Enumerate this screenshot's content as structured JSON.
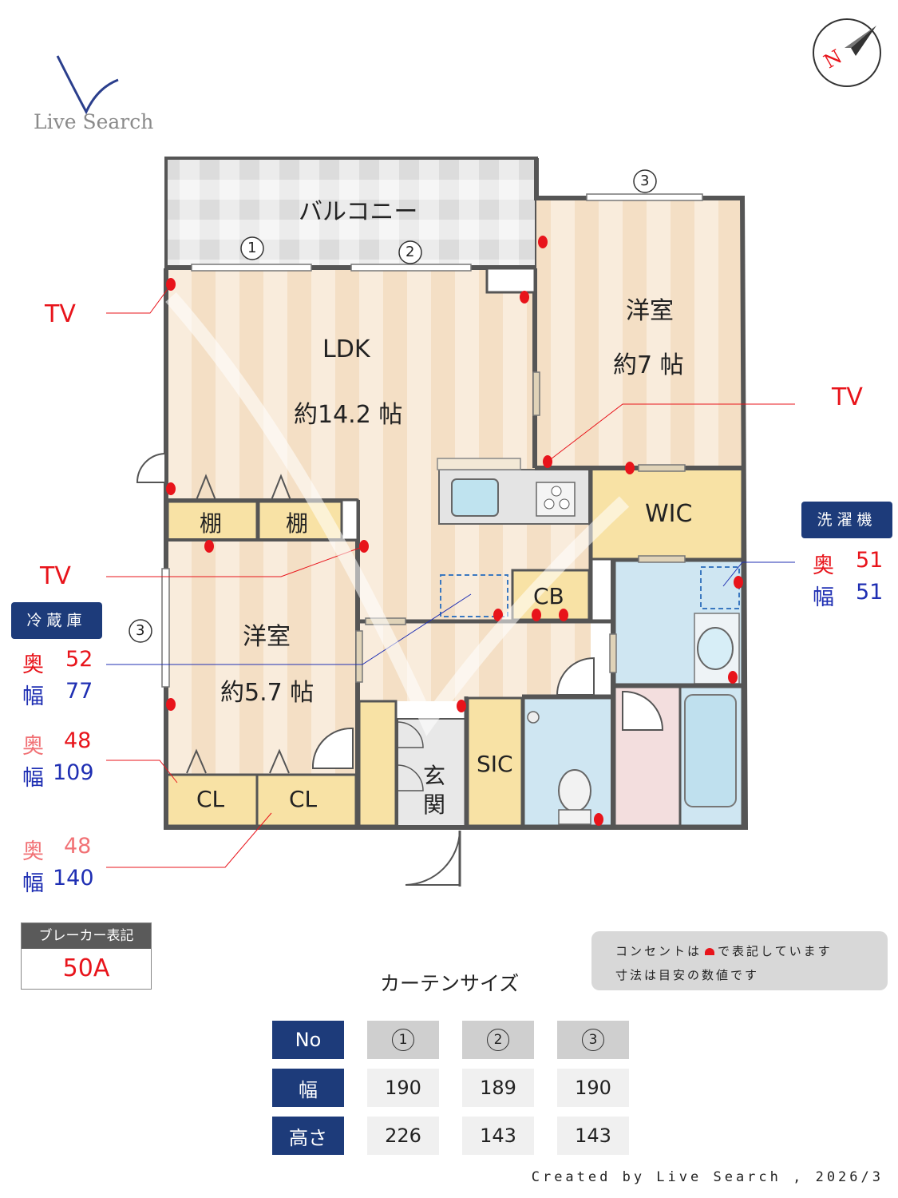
{
  "logo": {
    "brand": "Live Search"
  },
  "compass": {
    "letter": "N"
  },
  "rooms": {
    "balcony": "バルコニー",
    "ldk_name": "LDK",
    "ldk_size": "約14.2 帖",
    "western1_name": "洋室",
    "western1_size": "約7 帖",
    "western2_name": "洋室",
    "western2_size": "約5.7 帖",
    "wic": "WIC",
    "cb": "CB",
    "sic": "SIC",
    "entrance1": "玄",
    "entrance2": "関",
    "shelf1": "棚",
    "shelf2": "棚",
    "cl1": "CL",
    "cl2": "CL"
  },
  "window_marks": {
    "w1": "1",
    "w2": "2",
    "w3_top": "3",
    "w3_left": "3"
  },
  "tv_labels": {
    "tv1": "TV",
    "tv2": "TV",
    "tv3": "TV"
  },
  "washer": {
    "title": "洗濯機",
    "depth_label": "奥",
    "depth_value": "51",
    "width_label": "幅",
    "width_value": "51"
  },
  "fridge": {
    "title": "冷蔵庫",
    "depth_label": "奥",
    "depth_value": "52",
    "width_label": "幅",
    "width_value": "77"
  },
  "closet1": {
    "depth_label": "奥",
    "depth_value": "48",
    "width_label": "幅",
    "width_value": "109"
  },
  "closet2": {
    "depth_label": "奥",
    "depth_value": "48",
    "width_label": "幅",
    "width_value": "140"
  },
  "breaker": {
    "title": "ブレーカー表記",
    "value": "50A"
  },
  "notes": {
    "line1": "コンセントは",
    "line1b": "で表記しています",
    "line2": "寸法は目安の数値です"
  },
  "curtain": {
    "title": "カーテンサイズ",
    "headers": [
      "No",
      "1",
      "2",
      "3"
    ],
    "rows": [
      {
        "label": "幅",
        "values": [
          "190",
          "189",
          "190"
        ]
      },
      {
        "label": "高さ",
        "values": [
          "226",
          "143",
          "143"
        ]
      }
    ]
  },
  "footer": {
    "credit": "Created by Live Search , 2026/3"
  },
  "colors": {
    "outlet": "#e8141b",
    "navy": "#1d3b7a",
    "accent_red": "#e8141b",
    "accent_blue": "#1f2fb3"
  }
}
